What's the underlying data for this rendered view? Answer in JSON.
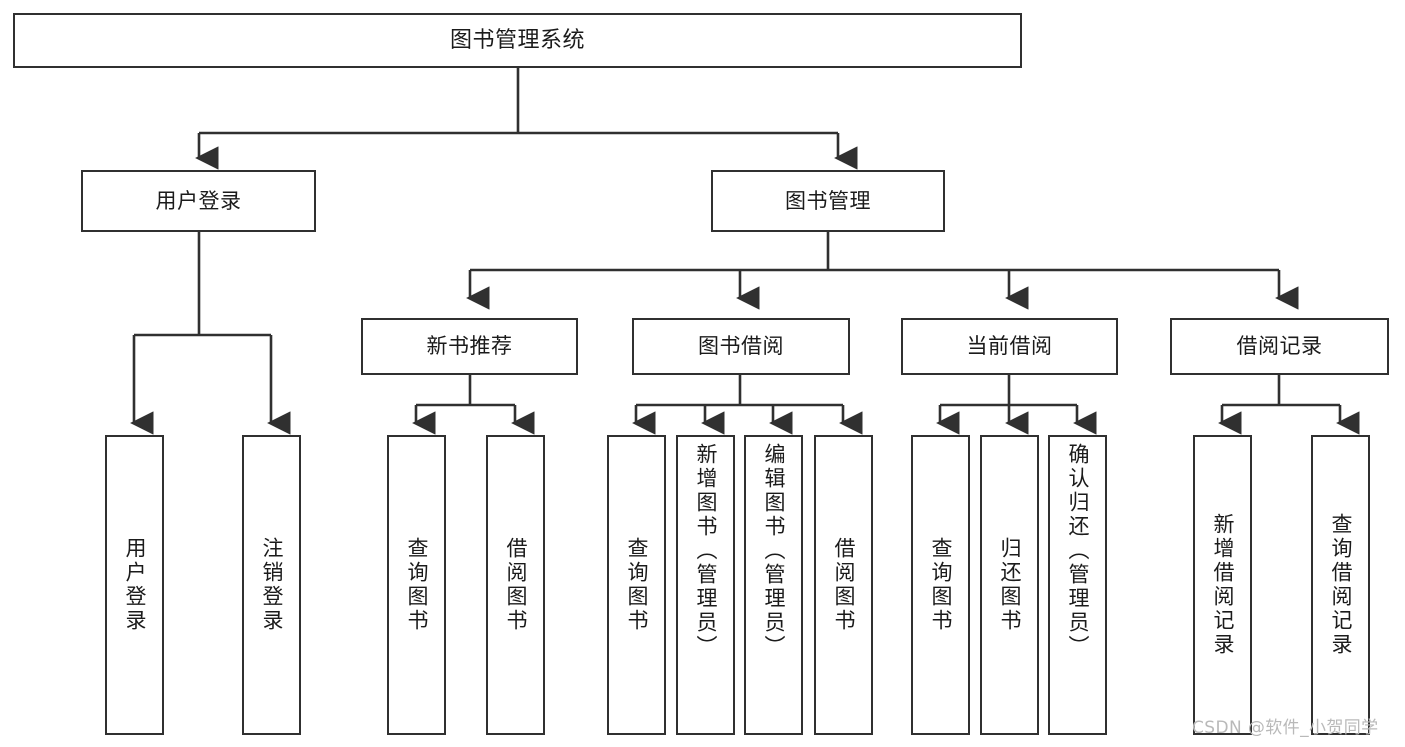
{
  "diagram": {
    "title": "图书管理系统",
    "type": "hierarchy-tree",
    "orientation": "top-down",
    "colors": {
      "background": "#ffffff",
      "node_border": "#303030",
      "node_fill": "#ffffff",
      "edge": "#303030",
      "text": "#1b1b1b",
      "watermark": "#b9b9b9"
    },
    "root": {
      "label": "图书管理系统"
    },
    "level2": [
      {
        "label": "用户登录"
      },
      {
        "label": "图书管理"
      }
    ],
    "level3": [
      {
        "label": "新书推荐"
      },
      {
        "label": "图书借阅"
      },
      {
        "label": "当前借阅"
      },
      {
        "label": "借阅记录"
      }
    ],
    "leaves": {
      "user_login": [
        {
          "label": "用户登录"
        },
        {
          "label": "注销登录"
        }
      ],
      "new_book_recommend": [
        {
          "label": "查询图书"
        },
        {
          "label": "借阅图书"
        }
      ],
      "book_borrow": [
        {
          "label": "查询图书"
        },
        {
          "label": "新增图书（管理员）"
        },
        {
          "label": "编辑图书（管理员）"
        },
        {
          "label": "借阅图书"
        }
      ],
      "current_borrow": [
        {
          "label": "查询图书"
        },
        {
          "label": "归还图书"
        },
        {
          "label": "确认归还（管理员）"
        }
      ],
      "borrow_record": [
        {
          "label": "新增借阅记录"
        },
        {
          "label": "查询借阅记录"
        }
      ]
    }
  },
  "watermark": {
    "text": "CSDN @软件_小贺同学"
  }
}
